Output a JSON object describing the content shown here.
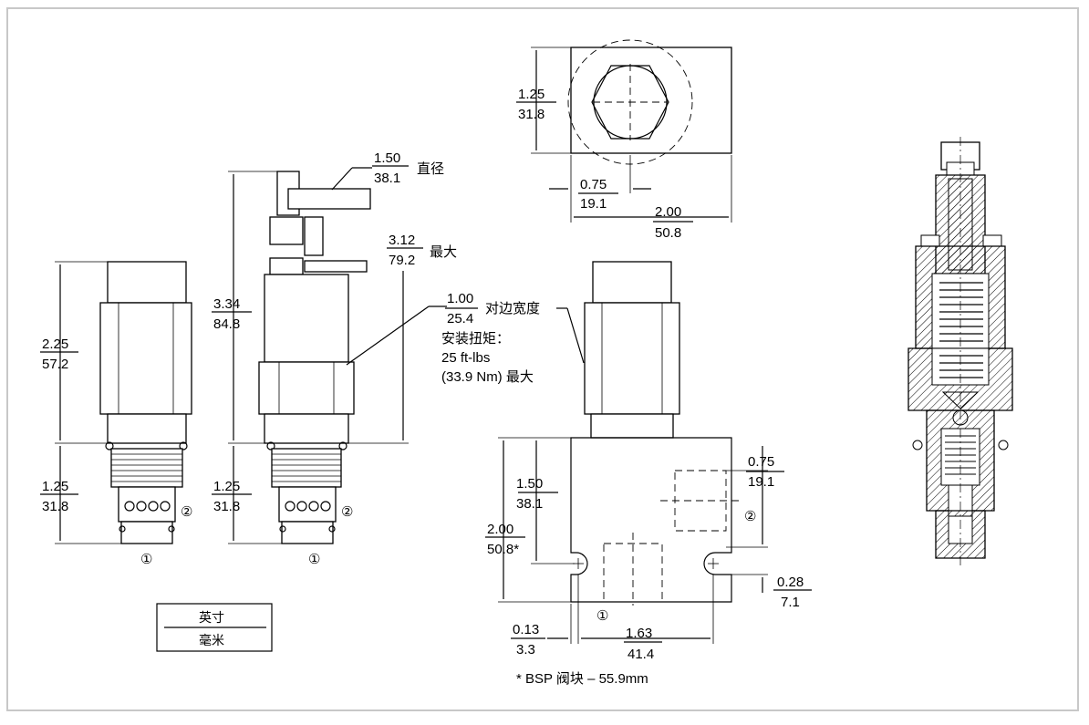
{
  "left_view": {
    "height_in": "2.25",
    "height_mm": "57.2",
    "bottom_in": "1.25",
    "bottom_mm": "31.8",
    "port1": "①",
    "port2": "②"
  },
  "mid_view": {
    "height_in": "3.34",
    "height_mm": "84.8",
    "bottom_in": "1.25",
    "bottom_mm": "31.8",
    "knob_dia_in": "1.50",
    "knob_dia_mm": "38.1",
    "knob_dia_label": "直径",
    "max_in": "3.12",
    "max_mm": "79.2",
    "max_label": "最大",
    "port1": "①",
    "port2": "②"
  },
  "hex_note": {
    "across_in": "1.00",
    "across_mm": "25.4",
    "across_label": "对边宽度",
    "torque_title": "安装扭矩：",
    "torque_ftlbs": "25 ft-lbs",
    "torque_nm": "(33.9 Nm) 最大"
  },
  "top_view": {
    "height_in": "1.25",
    "height_mm": "31.8",
    "offset_in": "0.75",
    "offset_mm": "19.1",
    "width_in": "2.00",
    "width_mm": "50.8"
  },
  "block_view": {
    "port2_in": "0.75",
    "port2_mm": "19.1",
    "hole_in": "1.50",
    "hole_mm": "38.1",
    "height_in": "2.00",
    "height_mm": "50.8*",
    "edge_in": "0.28",
    "edge_mm": "7.1",
    "left_in": "0.13",
    "left_mm": "3.3",
    "span_in": "1.63",
    "span_mm": "41.4",
    "port1": "①",
    "port2": "②",
    "footnote": "* BSP 阀块 – 55.9mm"
  },
  "legend": {
    "inch": "英寸",
    "mm": "毫米"
  }
}
